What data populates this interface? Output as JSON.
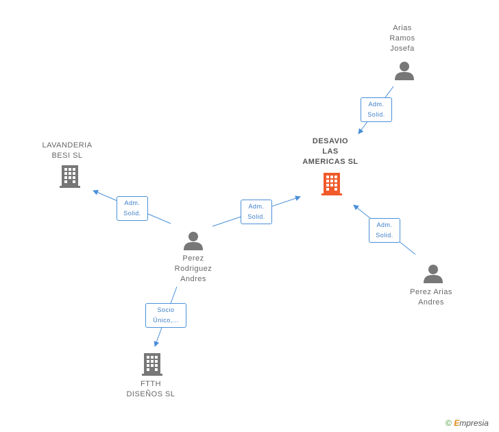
{
  "nodes": {
    "main": {
      "label": "DESAVIO\nLAS\nAMERICAS  SL",
      "icon": "building-icon",
      "color": "#f05a2a"
    },
    "arias": {
      "label": "Arias\nRamos\nJosefa",
      "icon": "person-icon"
    },
    "lavanderia": {
      "label": "LAVANDERIA\nBESI  SL",
      "icon": "building-icon"
    },
    "perez_rodriguez": {
      "label": "Perez\nRodriguez\nAndres",
      "icon": "person-icon"
    },
    "perez_arias": {
      "label": "Perez Arias\nAndres",
      "icon": "person-icon"
    },
    "ftth": {
      "label": "FTTH\nDISEÑOS  SL",
      "icon": "building-icon"
    }
  },
  "edges": [
    {
      "from": "Arias Ramos Josefa",
      "to": "DESAVIO LAS AMERICAS SL",
      "label": "Adm.\nSolid."
    },
    {
      "from": "Perez Rodriguez Andres",
      "to": "LAVANDERIA BESI SL",
      "label": "Adm.\nSolid."
    },
    {
      "from": "Perez Rodriguez Andres",
      "to": "DESAVIO LAS AMERICAS SL",
      "label": "Adm.\nSolid."
    },
    {
      "from": "Perez Arias Andres",
      "to": "DESAVIO LAS AMERICAS SL",
      "label": "Adm.\nSolid."
    },
    {
      "from": "Perez Rodriguez Andres",
      "to": "FTTH DISEÑOS SL",
      "label": "Socio\nÚnico,..."
    }
  ],
  "footer": {
    "copyright_symbol": "©",
    "brand_initial": "E",
    "brand_rest": "mpresia"
  },
  "colors": {
    "edge": "#4a8fd9",
    "icon": "#777777",
    "main_icon": "#f05a2a",
    "label": "#666666"
  }
}
